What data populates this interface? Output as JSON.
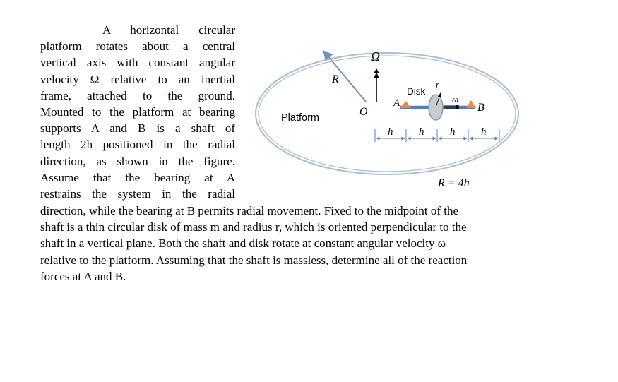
{
  "problem": {
    "narrow_lines": [
      "A horizontal circular",
      "platform rotates about a central",
      "vertical axis with constant angular",
      "velocity Ω relative to an inertial",
      "frame, attached to the ground.",
      "Mounted to the platform at bearing",
      "supports A and B is a shaft of",
      "length 2h positioned in the radial",
      "direction, as shown in the figure.",
      "Assume that the bearing at A",
      "restrains the system in the radial"
    ],
    "wide_lines": [
      "direction, while the bearing at B permits radial movement. Fixed to the midpoint of the",
      "shaft is a thin circular disk of mass m and radius r, which is oriented perpendicular to the",
      "shaft in a vertical plane. Both the shaft and disk rotate at constant angular velocity ω",
      "relative to the platform. Assuming that the shaft is massless, determine all of the reaction",
      "forces at A and B."
    ]
  },
  "figure": {
    "platform_label": "Platform",
    "radius_label": "R",
    "omega_big_label": "Ω",
    "center_label": "O",
    "disk_label": "Disk",
    "disk_radius_label": "r",
    "omega_small_label": "ω",
    "bearing_a_label": "A",
    "bearing_b_label": "B",
    "h_labels": [
      "h",
      "h",
      "h",
      "h"
    ],
    "radius_relation": "R = 4h",
    "colors": {
      "ellipse": "#a9bdd3",
      "radius_line": "#6f93c3",
      "shaft": "#4f7fc0",
      "bearing": "#e08a55",
      "disk_fill": "#c8ccd2",
      "disk_stroke": "#8e96a3",
      "dimension": "#4f7fc0"
    }
  }
}
